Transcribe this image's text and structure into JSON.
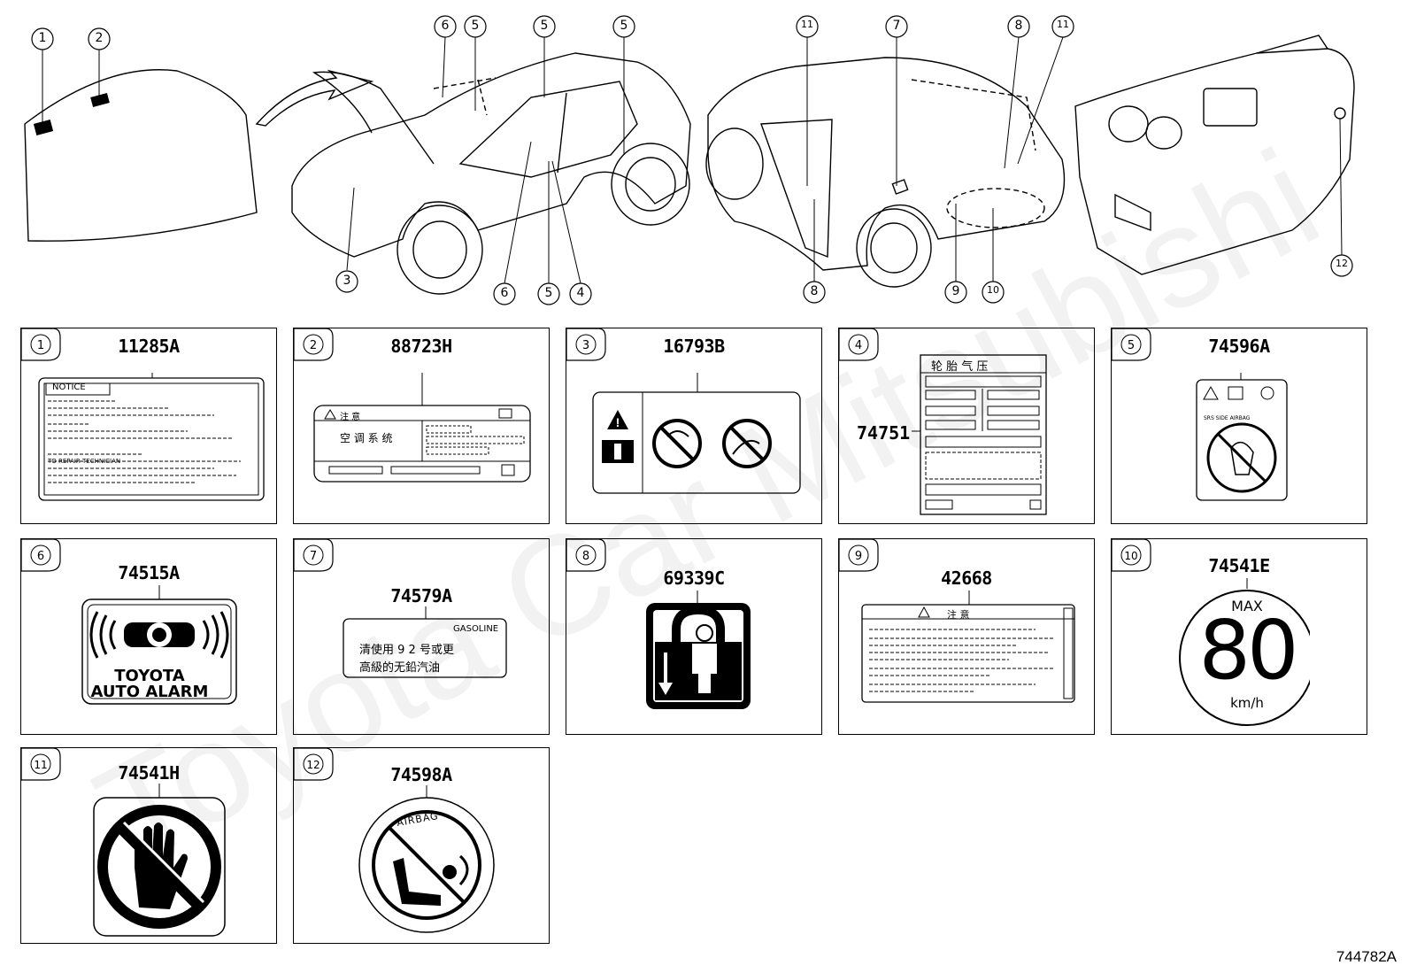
{
  "figure_ref": "744782A",
  "watermark": "Toyota Car Mitsubishi",
  "overview": {
    "callouts": [
      "1",
      "2",
      "3",
      "4",
      "5",
      "5",
      "5",
      "5",
      "6",
      "6",
      "7",
      "8",
      "8",
      "9",
      "10",
      "11",
      "11",
      "12"
    ]
  },
  "panels": [
    {
      "index": "1",
      "part": "11285A",
      "texts": {
        "notice": "NOTICE",
        "line3": "TO REPAIR TECHNICIAN"
      }
    },
    {
      "index": "2",
      "part": "88723H",
      "texts": {
        "caution": "注 意",
        "system": "空 调 系 统"
      }
    },
    {
      "index": "3",
      "part": "16793B",
      "texts": {}
    },
    {
      "index": "4",
      "part": "74751",
      "texts": {
        "title": "轮 胎 气 压"
      }
    },
    {
      "index": "5",
      "part": "74596A",
      "texts": {
        "srs": "SRS SIDE AIRBAG"
      }
    },
    {
      "index": "6",
      "part": "74515A",
      "texts": {
        "l1": "TOYOTA",
        "l2": "AUTO ALARM"
      }
    },
    {
      "index": "7",
      "part": "74579A",
      "texts": {
        "fuel": "GASOLINE",
        "l1": "清使用 9 2 号或更",
        "l2": "高級的无鉛汽油"
      }
    },
    {
      "index": "8",
      "part": "69339C",
      "texts": {}
    },
    {
      "index": "9",
      "part": "42668",
      "texts": {
        "caution": "注 意"
      }
    },
    {
      "index": "10",
      "part": "74541E",
      "texts": {
        "max": "MAX",
        "speed": "80",
        "unit": "km/h"
      }
    },
    {
      "index": "11",
      "part": "74541H",
      "texts": {}
    },
    {
      "index": "12",
      "part": "74598A",
      "texts": {
        "airbag": "AIRBAG"
      }
    }
  ]
}
